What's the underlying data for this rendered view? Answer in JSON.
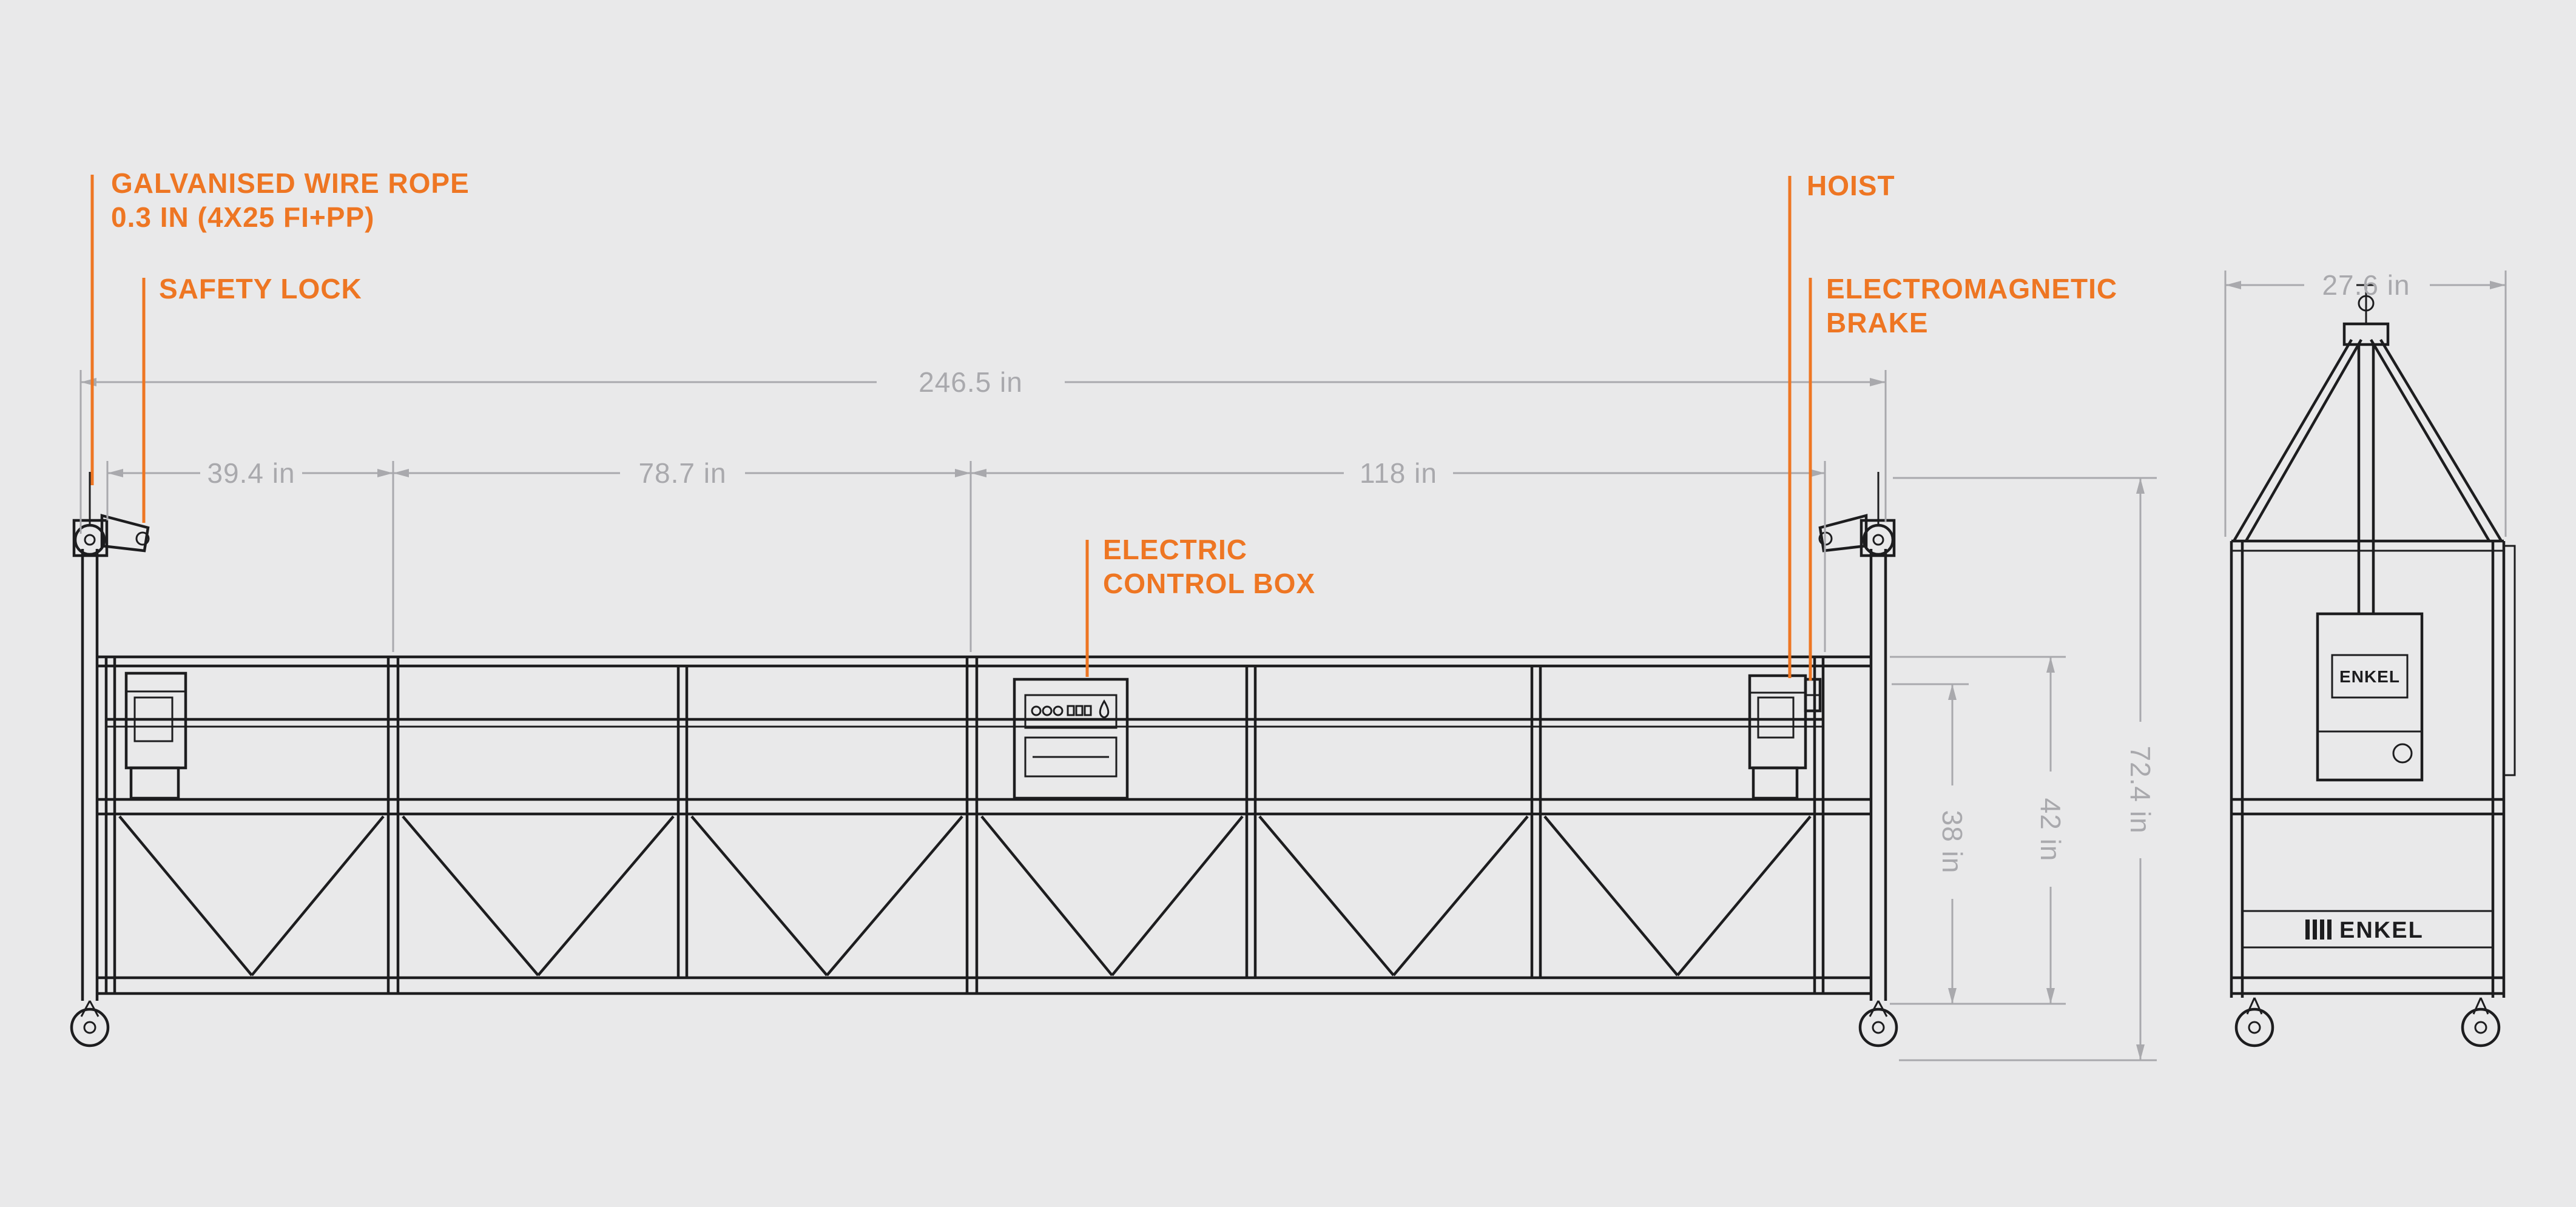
{
  "meta": {
    "bg": "#e9e9ea",
    "ink": "#1d1d1f",
    "dim": "#a9a9ad",
    "accent": "#ee7623"
  },
  "callouts": {
    "wire_rope_line1": "GALVANISED WIRE ROPE",
    "wire_rope_line2": "0.3 IN (4X25 FI+PP)",
    "safety_lock": "SAFETY LOCK",
    "hoist": "HOIST",
    "em_brake_line1": "ELECTROMAGNETIC",
    "em_brake_line2": "BRAKE",
    "control_box_line1": "ELECTRIC",
    "control_box_line2": "CONTROL BOX"
  },
  "dimensions": {
    "overall_length": "246.5 in",
    "left_section": "39.4 in",
    "mid_section": "78.7 in",
    "right_section": "118 in",
    "end_view_width": "27.6 in",
    "hoist_height": "38 in",
    "rail_height": "42 in",
    "overall_height": "72.4 in"
  },
  "branding": {
    "logo": "ENKEL"
  }
}
